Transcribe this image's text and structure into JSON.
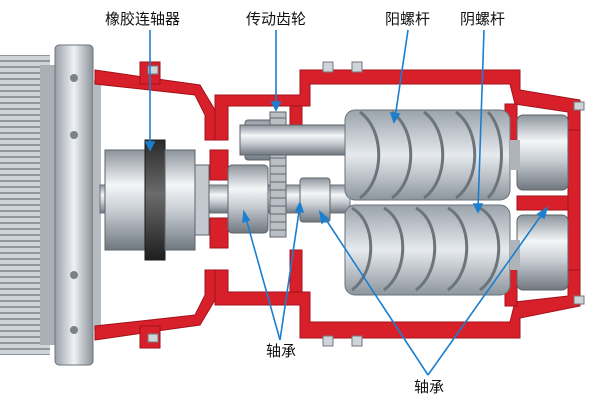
{
  "labels": {
    "rubber_coupling": "橡胶连轴器",
    "transmission_gear": "传动齿轮",
    "male_rotor": "阳螺杆",
    "female_rotor": "阴螺杆",
    "bearing_left": "轴承",
    "bearing_bottom": "轴承"
  },
  "colors": {
    "housing": "#d8202a",
    "housing_dark": "#b3121c",
    "steel_light": "#e9ecef",
    "steel_mid": "#b8bec5",
    "steel_dark": "#7d858e",
    "coupling_dark": "#3a3a3a",
    "leader": "#1b7fd0"
  }
}
